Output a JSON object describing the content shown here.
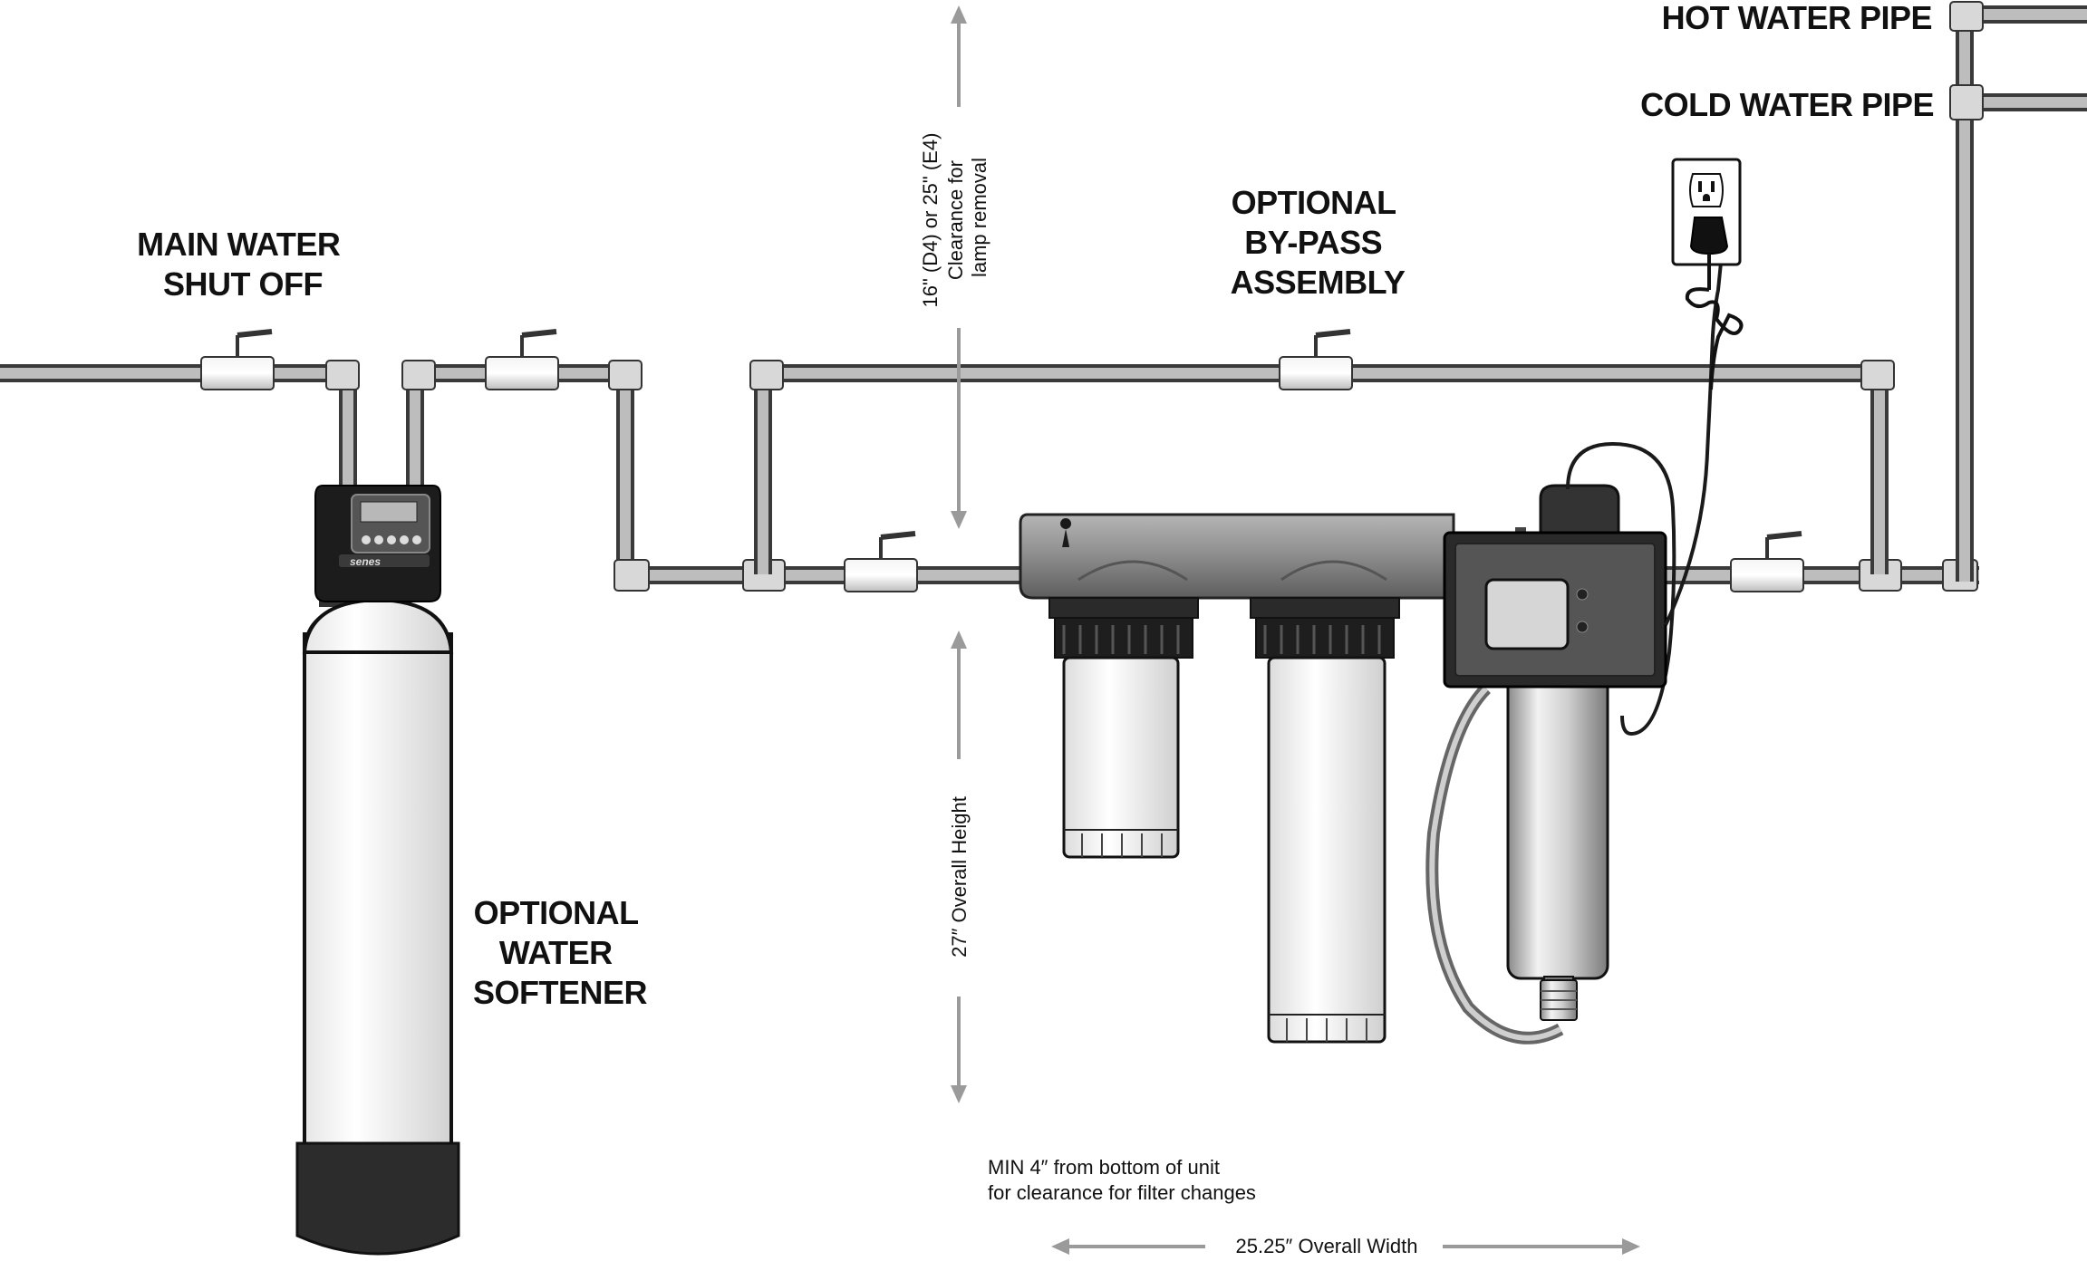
{
  "labels": {
    "main_shutoff": [
      "MAIN WATER",
      "SHUT OFF"
    ],
    "softener": [
      "OPTIONAL",
      "WATER",
      "SOFTENER"
    ],
    "bypass": [
      "OPTIONAL",
      "BY-PASS",
      "ASSEMBLY"
    ],
    "hot_pipe": "HOT WATER PIPE",
    "cold_pipe": "COLD WATER PIPE"
  },
  "dimensions": {
    "lamp_clearance": [
      "16\" (D4) or 25\" (E4)",
      "Clearance for",
      "lamp removal"
    ],
    "overall_height": "27″ Overall Height",
    "min_clearance": [
      "MIN 4″ from bottom of unit",
      "for clearance for filter changes"
    ],
    "overall_width": "25.25″ Overall Width"
  },
  "softener_brand": "senes",
  "colors": {
    "line": "#1a1a1a",
    "pipe": "#c4c4c4",
    "pipe_dark": "#3a3a3a",
    "arrow": "#999999",
    "housing": "#2a2a2a",
    "controller_face": "#555555"
  }
}
